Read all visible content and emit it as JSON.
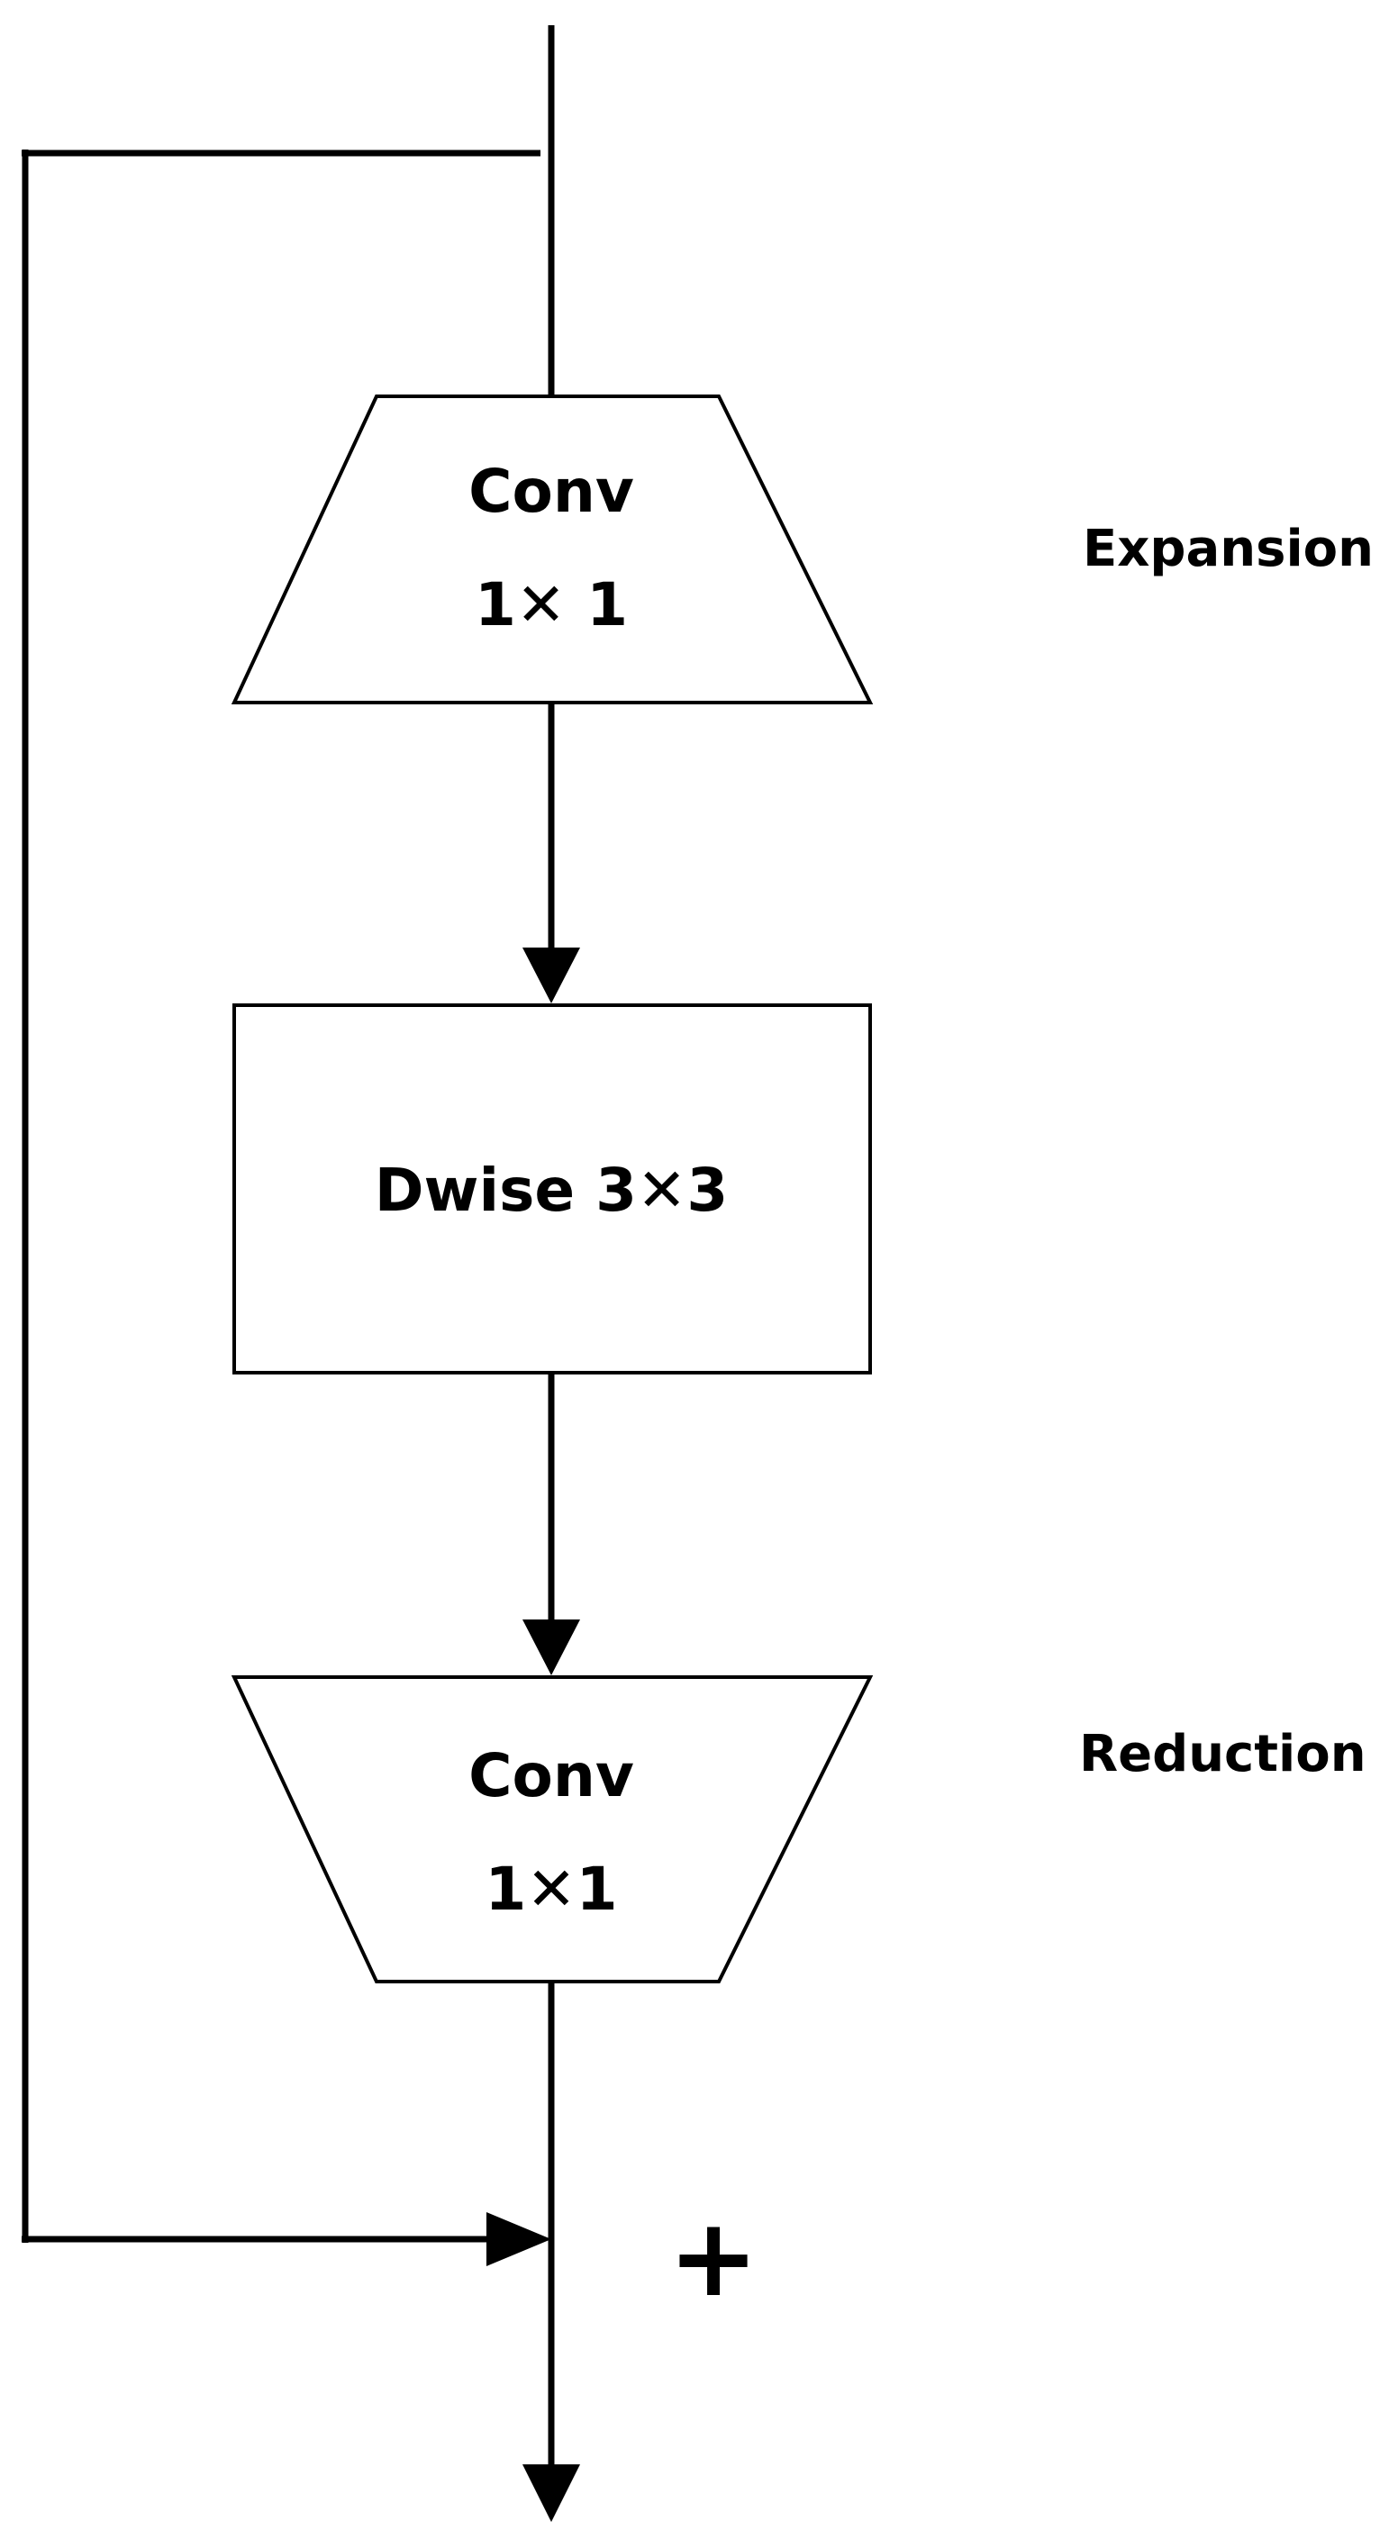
{
  "blocks": {
    "expansion_conv": {
      "line1": "Conv",
      "line2": "1✕ 1"
    },
    "depthwise": {
      "label": "Dwise 3✕3"
    },
    "reduction_conv": {
      "line1": "Conv",
      "line2": "1✕1"
    }
  },
  "side_labels": {
    "expansion": "Expansion",
    "reduction": "Reduction"
  },
  "sum_symbol": "+"
}
